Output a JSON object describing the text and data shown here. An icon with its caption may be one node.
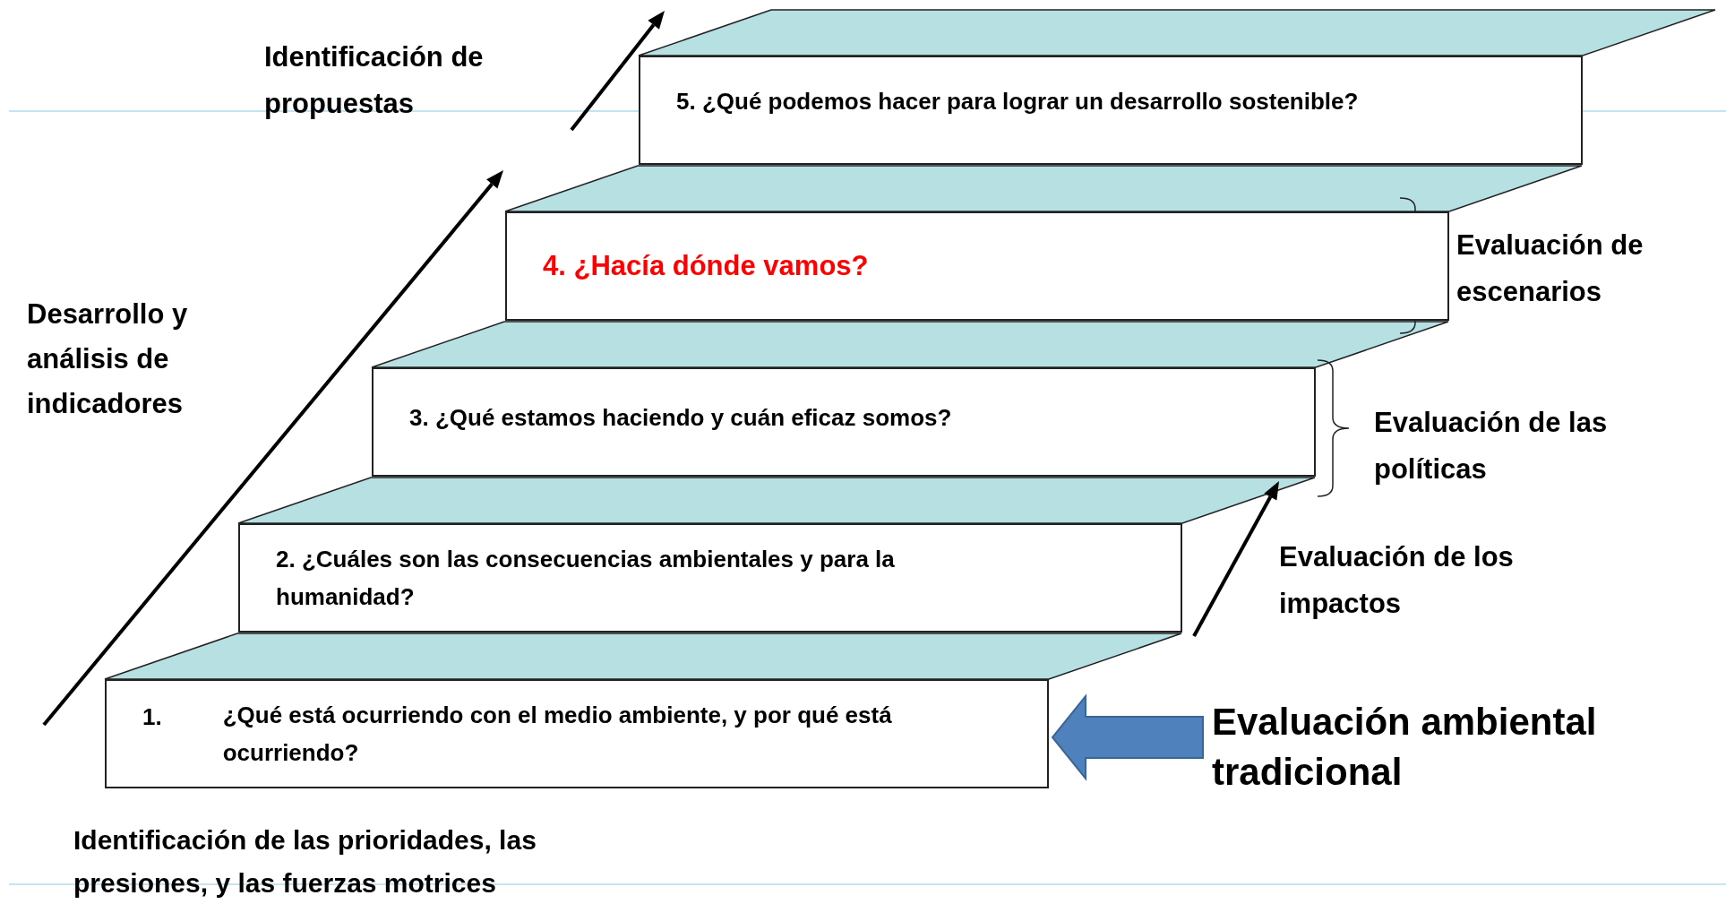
{
  "diagram": {
    "nodes": [
      {
        "text": [
          "5. ¿Qué podemos hacer para lograr un desarrollo sostenible?"
        ]
      },
      {
        "text": [
          "4. ¿Hacía dónde vamos?"
        ]
      },
      {
        "text": [
          "3. ¿Qué estamos haciendo y cuán eficaz somos?"
        ]
      },
      {
        "text": [
          "2. ¿Cuáles son las consecuencias ambientales y para la humanidad?"
        ]
      },
      {
        "text": [
          "1.",
          "¿Qué está ocurriendo con el medio ambiente, y por qué está ocurriendo?"
        ]
      },
      {
        "text": [
          "Evaluación ambiental tradicional"
        ]
      }
    ],
    "edges": [
      {
        "from": 5,
        "to": 4,
        "arrow": "to",
        "style": "thick"
      }
    ],
    "labels": [
      "Identificación de propuestas",
      "Evaluación de escenarios",
      "Desarrollo y análisis de indicadores",
      "Evaluación de las políticas",
      "Evaluación de los impactos",
      "Identificación de las prioridades, las presiones, y las fuerzas motrices"
    ]
  }
}
